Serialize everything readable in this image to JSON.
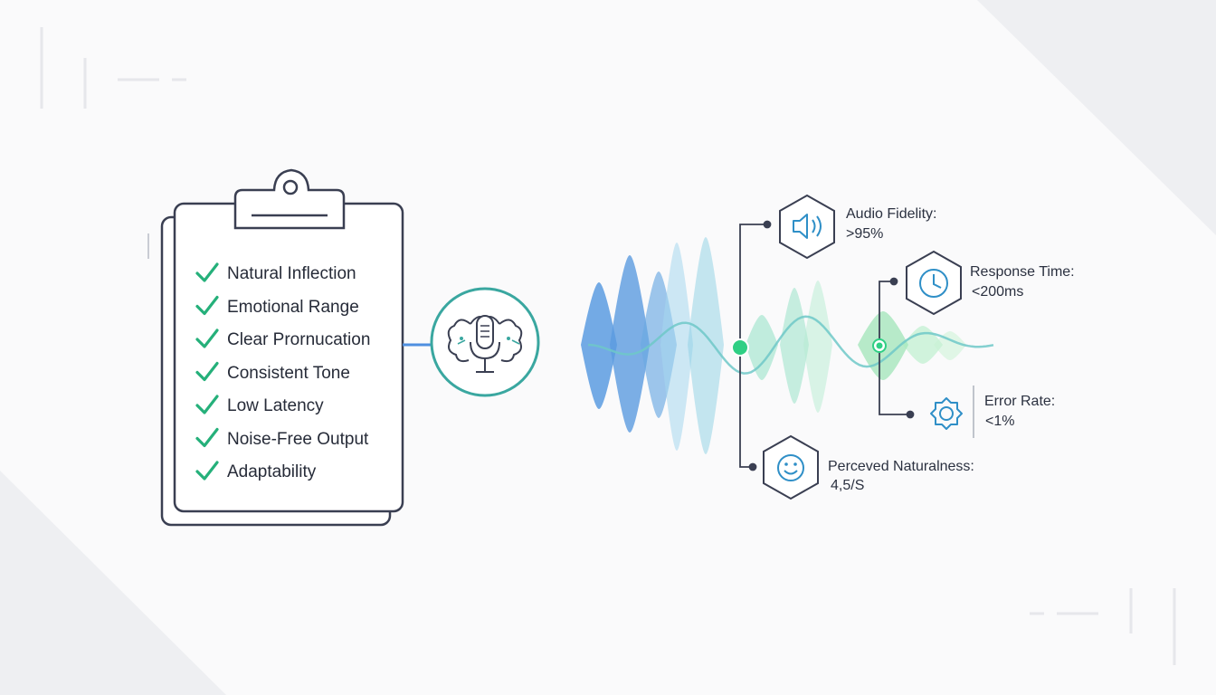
{
  "checklist": {
    "items": [
      "Natural Inflection",
      "Emotional Range",
      "Clear Prornucation",
      "Consistent Tone",
      "Low Latency",
      "Noise-Free Output",
      "Adaptability"
    ]
  },
  "center_icon": "brain-microphone-icon",
  "metrics": {
    "audio_fidelity": {
      "name": "Audio Fidelity:",
      "value": ">95%",
      "icon": "speaker-icon"
    },
    "response_time": {
      "name": "Response Time:",
      "value": "<200ms",
      "icon": "clock-icon"
    },
    "error_rate": {
      "name": "Error Rate:",
      "value": "<1%",
      "icon": "gear-icon"
    },
    "perceived_naturalness": {
      "name": "Perceved Naturalness:",
      "value": "4,5/S",
      "icon": "smiley-icon"
    }
  },
  "colors": {
    "check": "#25b07a",
    "outline": "#3a3f52",
    "wave_blue": "#5b9be0",
    "wave_green": "#5fd39a",
    "accent_teal": "#3aa7a0",
    "icon_blue": "#2f8fc7"
  }
}
